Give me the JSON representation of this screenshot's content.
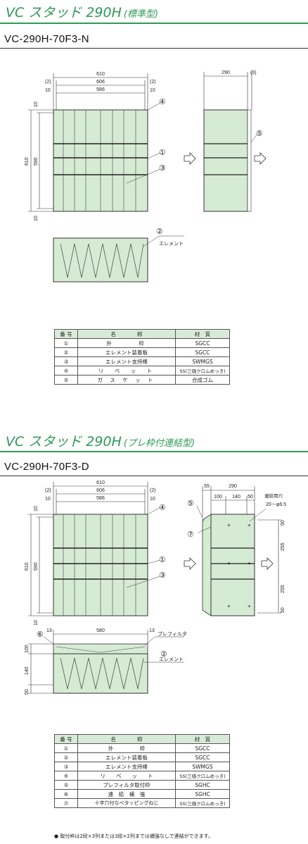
{
  "section1": {
    "title": "VC スタッド 290H",
    "title_sub": "(標準型)",
    "model": "VC-290H-70F3-N",
    "front_dims": {
      "overall_width": "610",
      "inner_width": "606",
      "element_width": "586",
      "paren_left": "(2)",
      "paren_right": "(2)",
      "side_left": "10",
      "side_right": "10"
    },
    "front_vdims": {
      "overall_height": "610",
      "inner_height": "590",
      "top": "10",
      "bottom": "10"
    },
    "side_dims": {
      "depth": "290",
      "paren": "(5)"
    },
    "callouts": {
      "c4": "④",
      "c1": "①",
      "c3": "③",
      "c5": "⑤",
      "c2": "②"
    },
    "element_label": "エレメント",
    "table": {
      "headers": [
        "番 号",
        "名　　　　称",
        "材　質"
      ],
      "rows": [
        [
          "①",
          "外　　　枠",
          "SGCC"
        ],
        [
          "②",
          "エレメント装着板",
          "SGCC"
        ],
        [
          "③",
          "エレメント支持棒",
          "SWMGS"
        ],
        [
          "④",
          "リ　ベ　ッ　ト",
          "SS(三価クロムめっき)"
        ],
        [
          "⑤",
          "ガ ス ケ ッ ト",
          "合成ゴム"
        ]
      ]
    }
  },
  "section2": {
    "title": "VC スタッド 290H",
    "title_sub": "(プレ枠付連結型)",
    "model": "VC-290H-70F3-D",
    "front_dims": {
      "overall_width": "610",
      "inner_width": "606",
      "element_width": "586",
      "paren_left": "(2)",
      "paren_right": "(2)",
      "side_left": "10",
      "side_right": "10"
    },
    "front_vdims": {
      "overall_height": "610",
      "inner_height": "590",
      "top": "10",
      "bottom": "10"
    },
    "side_dims": {
      "pre": "55",
      "depth": "290",
      "d100": "100",
      "d140": "140",
      "d50": "50",
      "hole_label": "連結用穴",
      "hole_spec": "20－φ6.5",
      "v50a": "50",
      "v255a": "255",
      "v255b": "255",
      "v50b": "50"
    },
    "bottom_dims": {
      "left": "13",
      "mid": "580",
      "right": "13",
      "v100": "100",
      "v140": "140",
      "v50": "50"
    },
    "callouts": {
      "c4": "④",
      "c1": "①",
      "c3": "③",
      "c5": "⑤",
      "c7": "⑦",
      "c6": "⑥",
      "c2": "②"
    },
    "prefilter_label": "プレフィルタ",
    "element_label": "エレメント",
    "table": {
      "headers": [
        "番 号",
        "名　　　　称",
        "材　質"
      ],
      "rows": [
        [
          "①",
          "外　　　　　枠",
          "SGCC"
        ],
        [
          "②",
          "エレメント装着板",
          "SGCC"
        ],
        [
          "③",
          "エレメント支持棒",
          "SWMGS"
        ],
        [
          "④",
          "リ　　ベ　　ッ　　ト",
          "SS(三価クロムめっき)"
        ],
        [
          "⑤",
          "プレフィルタ取付枠",
          "SGHC"
        ],
        [
          "⑥",
          "連　結　補　強",
          "SGHC"
        ],
        [
          "⑦",
          "十字穴付なべタッピングねじ",
          "SS(三価クロムめっき)"
        ]
      ]
    },
    "footnote": "● 取付枠は2段×3列または3段×2列までは補強なしで連結ができます。"
  },
  "colors": {
    "accent": "#2e9a56",
    "panel": "#d6ebd3",
    "line": "#333333",
    "table_header": "#d8ebd8"
  }
}
